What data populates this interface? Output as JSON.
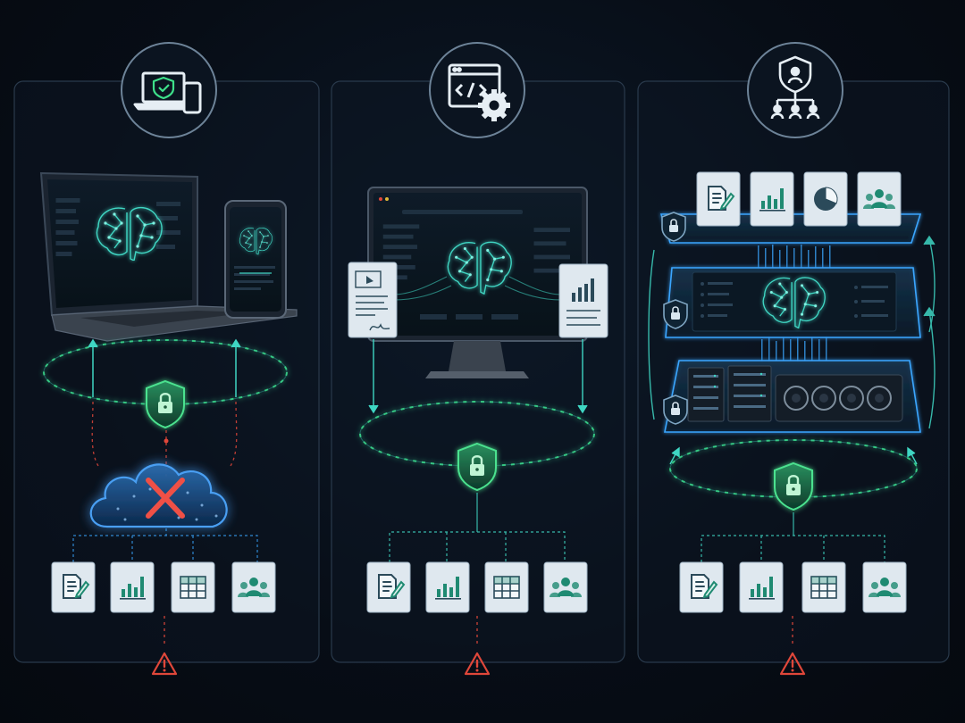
{
  "panels": [
    {
      "name": "cloud-ai-panel",
      "badge_icon": "laptop-phone-shield-icon",
      "device": "laptop-and-phone",
      "hub": "blocked-cloud",
      "documents": [
        "edit-document-icon",
        "bar-chart-icon",
        "table-icon",
        "people-icon"
      ],
      "warning": "warning-icon"
    },
    {
      "name": "local-server-panel",
      "badge_icon": "code-window-gear-icon",
      "device": "desktop-monitor",
      "hub": "shield-lock",
      "documents": [
        "edit-document-icon",
        "bar-chart-icon",
        "table-icon",
        "people-icon"
      ],
      "warning": "warning-icon"
    },
    {
      "name": "on-premise-stack-panel",
      "badge_icon": "shield-org-chart-icon",
      "device": "layered-stack",
      "hub": "shield-lock",
      "documents": [
        "edit-document-icon",
        "bar-chart-icon",
        "table-icon",
        "people-icon"
      ],
      "warning": "warning-icon"
    }
  ],
  "colors": {
    "background": "#070d16",
    "accent_teal": "#3fd6c3",
    "accent_green": "#37d27a",
    "accent_blue": "#3aa6ff",
    "warning_red": "#e0473a",
    "card": "#dfe8ef",
    "icon_teal": "#1f8a72"
  }
}
